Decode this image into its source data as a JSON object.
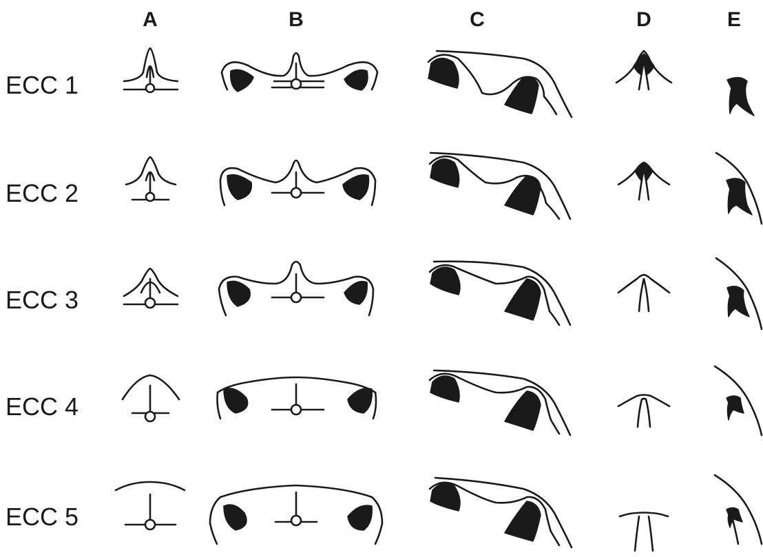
{
  "columns": [
    "A",
    "B",
    "C",
    "D",
    "E"
  ],
  "rows": [
    "ECC 1",
    "ECC 2",
    "ECC 3",
    "ECC 4",
    "ECC 5"
  ],
  "colors": {
    "ink": "#1a1a1a",
    "background": "#ffffff"
  }
}
